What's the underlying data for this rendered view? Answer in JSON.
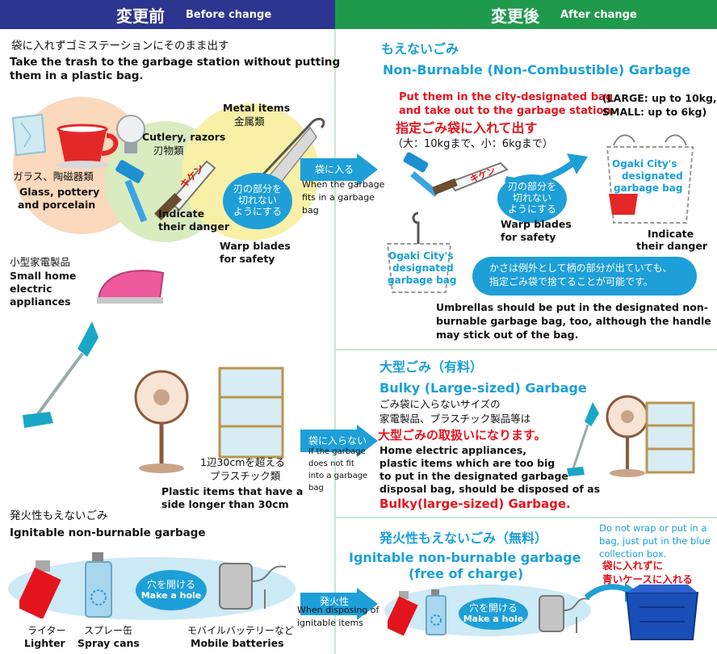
{
  "header": {
    "before_jp": "変更前",
    "before_en": "Before change",
    "after_jp": "変更後",
    "after_en": "After change",
    "before_color": "#2c3590",
    "after_color": "#1f9a4c"
  },
  "left": {
    "intro_jp": "袋に入れずゴミステーションにそのまま出す",
    "intro_en_1": "Take the trash to the garbage station without putting",
    "intro_en_2": "them in a plastic bag.",
    "glass_jp": "ガラス、陶磁器類",
    "glass_en_1": "Glass, pottery",
    "glass_en_2": "and porcelain",
    "cutlery_en": "Cutlery, razors",
    "cutlery_jp": "刃物類",
    "metal_en": "Metal items",
    "metal_jp": "金属類",
    "danger_en_1": "Indicate",
    "danger_en_2": "their danger",
    "knife_label": "キケン",
    "wrap_bubble": "刃の部分を\n切れない\nようにする",
    "wrap_en_1": "Warp blades",
    "wrap_en_2": "for safety",
    "appliances_jp": "小型家電製品",
    "appliances_en_1": "Small home",
    "appliances_en_2": "electric",
    "appliances_en_3": "appliances",
    "plastic_jp_1": "1辺30cmを超える",
    "plastic_jp_2": "プラスチック類",
    "plastic_en_1": "Plastic items that have a",
    "plastic_en_2": "side longer than 30cm",
    "ignitable_jp": "発火性もえないごみ",
    "ignitable_en": "Ignitable non-burnable garbage",
    "hole_jp": "穴を開ける",
    "hole_en": "Make a hole",
    "lighter_jp": "ライター",
    "lighter_en": "Lighter",
    "spray_jp": "スプレー缶",
    "spray_en": "Spray cans",
    "battery_jp": "モバイルバッテリーなど",
    "battery_en": "Mobile batteries"
  },
  "arrows": {
    "a1_jp": "袋に入る",
    "a1_en_1": "When the garbage",
    "a1_en_2": "fits in a garbage",
    "a1_en_3": "bag",
    "a2_jp": "袋に入らない",
    "a2_en_1": "If the garbage",
    "a2_en_2": "does not fit",
    "a2_en_3": "into a garbage",
    "a2_en_4": "bag",
    "a3_jp": "発火性",
    "a3_en_1": "When disposing of",
    "a3_en_2": "ignitable items"
  },
  "right": {
    "s1_title_jp": "もえないごみ",
    "s1_title_en": "Non-Burnable (Non-Combustible) Garbage",
    "s1_put_en_1": "Put them in the city-designated bag",
    "s1_put_en_2": "and take out to the garbage station.",
    "s1_size_1": "(LARGE: up to 10kg,",
    "s1_size_2": "SMALL: up to 6kg)",
    "s1_put_jp": "指定ごみ袋に入れて出す",
    "s1_size_jp": "（大：10kgまで、小：6kgまで）",
    "s1_bubble": "刃の部分を\n切れない\nようにする",
    "s1_wrap_en_1": "Warp blades",
    "s1_wrap_en_2": "for safety",
    "s1_bag_1": "Ogaki City's",
    "s1_bag_2": "designated",
    "s1_bag_3": "garbage bag",
    "s1_danger_1": "Indicate",
    "s1_danger_2": "their danger",
    "s1_umbrella_bag_1": "Ogaki City's",
    "s1_umbrella_bag_2": "designated",
    "s1_umbrella_bag_3": "garbage bag",
    "s1_umbrella_jp_1": "かさは例外として柄の部分が出ていても、",
    "s1_umbrella_jp_2": "指定ごみ袋で捨てることが可能です。",
    "s1_umbrella_en_1": "Umbrellas should be put in the designated non-",
    "s1_umbrella_en_2": "burnable garbage bag, too, although the handle",
    "s1_umbrella_en_3": "may stick out of the bag.",
    "knife_label": "キケン",
    "s2_title_jp": "大型ごみ（有料）",
    "s2_title_en": "Bulky (Large-sized) Garbage",
    "s2_jp_1": "ごみ袋に入らないサイズの",
    "s2_jp_2": "家電製品、プラスチック製品等は",
    "s2_jp_3": "大型ごみの取扱いになります。",
    "s2_en_1": "Home electric appliances,",
    "s2_en_2": "plastic items which are too big",
    "s2_en_3": "to put in the designated garbage",
    "s2_en_4": "disposal bag, should be disposed of as",
    "s2_en_5": "Bulky(large-sized) Garbage.",
    "s3_title_jp": "発火性もえないごみ（無料）",
    "s3_title_en_1": "Ignitable non-burnable garbage",
    "s3_title_en_2": "(free of charge)",
    "s3_note_en_1": "Do not wrap or put in a",
    "s3_note_en_2": "bag, just put in the blue",
    "s3_note_en_3": "collection box.",
    "s3_note_jp_1": "袋に入れずに",
    "s3_note_jp_2": "青いケースに入れる",
    "s3_hole_jp": "穴を開ける",
    "s3_hole_en": "Make a hole"
  }
}
